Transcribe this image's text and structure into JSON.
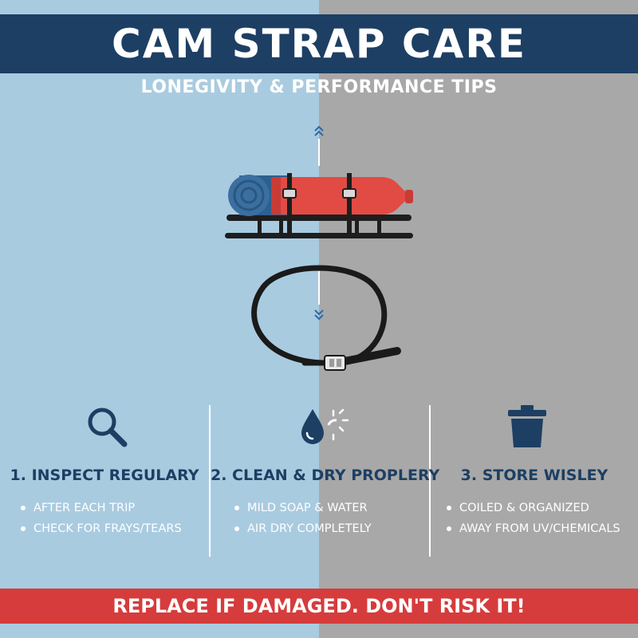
{
  "header": {
    "title": "CAM STRAP CARE",
    "subtitle": "LONEGIVITY & PERFORMANCE TIPS"
  },
  "colors": {
    "left_background": "#a9cbe0",
    "right_background": "#a8a8a8",
    "title_band": "#1d3f63",
    "footer_band": "#d63c3c",
    "accent_navy": "#1d3f63",
    "cargo_red": "#e24b44"
  },
  "illustration": {
    "description_icons": [
      "rolled-mat-icon",
      "red-cargo-bag-icon",
      "roof-rack-icon",
      "coiled-strap-icon",
      "cam-buckle-icon",
      "double-chevron-up-icon",
      "double-chevron-down-icon"
    ]
  },
  "tips": [
    {
      "icon": "magnifier-icon",
      "heading": "1. INSPECT REGULARY",
      "items": [
        "AFTER EACH TRIP",
        "CHECK FOR FRAYS/TEARS"
      ]
    },
    {
      "icon": "water-drop-sun-icon",
      "heading": "2. CLEAN & DRY PROPLERY",
      "items": [
        "MILD SOAP & WATER",
        "AIR DRY COMPLETELY"
      ]
    },
    {
      "icon": "trash-bin-icon",
      "heading": "3. STORE WISLEY",
      "items": [
        "COILED & ORGANIZED",
        "AWAY FROM UV/CHEMICALS"
      ]
    }
  ],
  "footer": {
    "message": "REPLACE IF DAMAGED. DON'T RISK IT!"
  }
}
